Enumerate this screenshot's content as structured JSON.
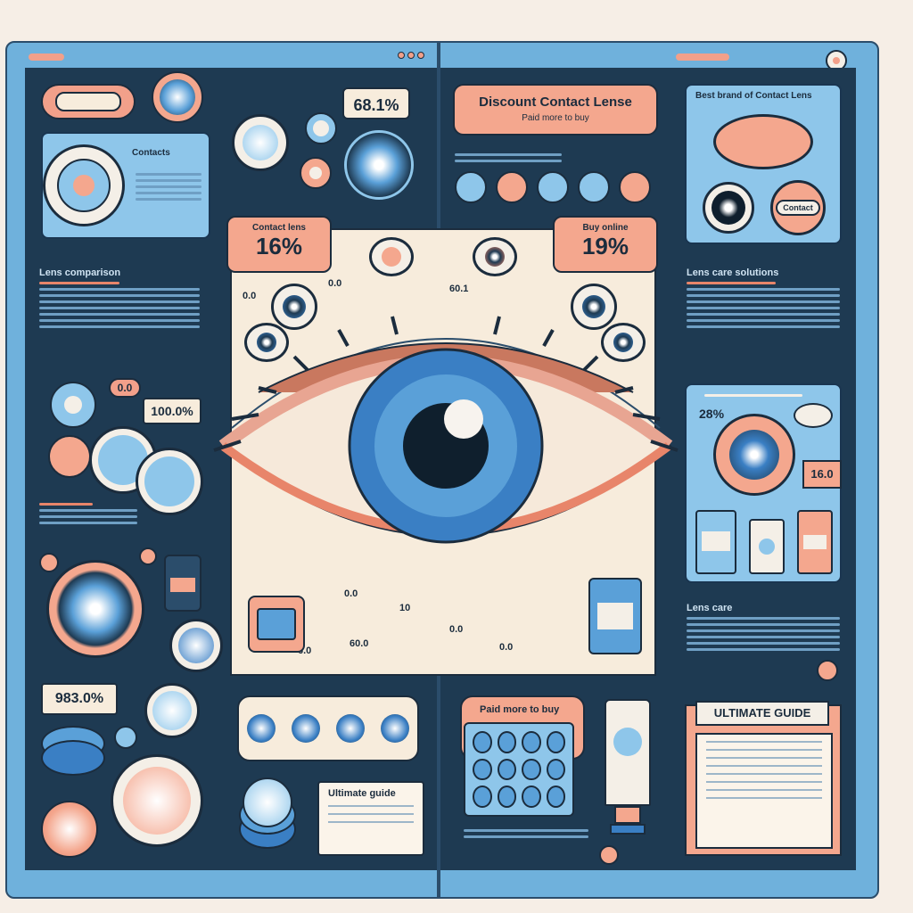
{
  "left_page": {
    "card_title": "Contacts",
    "section_heading": "Lens comparison",
    "badge_value": "100.0%",
    "small_badge": "0.0",
    "stat_box": "983.0%",
    "guide_title": "Ultimate guide"
  },
  "center": {
    "top_stat": "68.1%",
    "left_callout_title": "Contact lens",
    "left_callout_value": "16%",
    "right_callout_title": "Buy online",
    "right_callout_value": "19%",
    "wheel_labels": [
      "0.0",
      "60.1",
      "0.0",
      "0.0",
      "10",
      "0.0",
      "0.0",
      "6.0",
      "60.0"
    ]
  },
  "right_page": {
    "banner_title": "Discount Contact Lense",
    "banner_subtitle": "Paid more to buy",
    "lens_case_title": "Best brand of Contact Lens",
    "lens_case_label": "Contact",
    "section_heading": "Lens care solutions",
    "percent_label": "28%",
    "value_badge": "16.0",
    "lens_care_heading": "Lens care",
    "promo_label": "Paid more to buy",
    "guide_title": "ULTIMATE GUIDE"
  },
  "colors": {
    "frame": "#6fb1dc",
    "panel": "#1e3a52",
    "accent": "#f2a08a",
    "cream": "#f7ecdc",
    "iris": "#3a7fc4"
  }
}
